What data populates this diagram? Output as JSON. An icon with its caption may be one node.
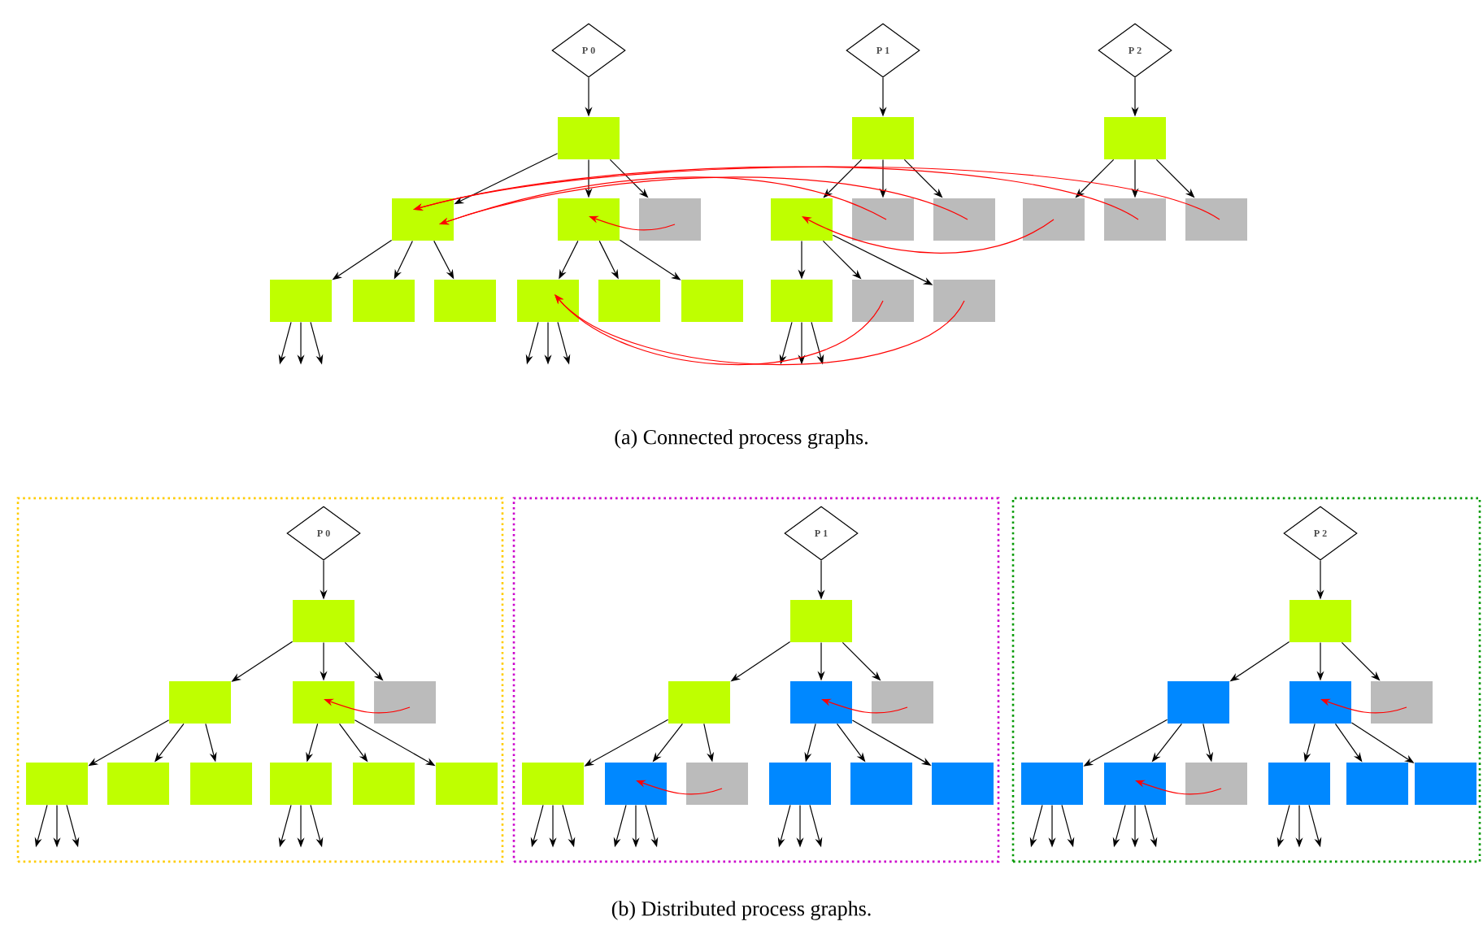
{
  "diagram": {
    "nodes": [
      {
        "text": [
          "P 0"
        ]
      },
      {
        "text": [],
        "shape": "box"
      },
      {
        "text": [],
        "shape": "box"
      },
      {
        "text": [],
        "shape": "box"
      },
      {
        "text": [],
        "shape": "box"
      },
      {
        "text": [],
        "shape": "box"
      },
      {
        "text": [],
        "shape": "box"
      },
      {
        "text": [],
        "shape": "box"
      },
      {
        "text": [],
        "shape": "box"
      },
      {
        "text": [],
        "shape": "box"
      },
      {
        "text": [],
        "shape": "box"
      },
      {
        "text": [
          "P 1"
        ]
      },
      {
        "text": [],
        "shape": "box"
      },
      {
        "text": [],
        "shape": "box"
      },
      {
        "text": [],
        "shape": "box"
      },
      {
        "text": [],
        "shape": "box"
      },
      {
        "text": [],
        "shape": "box"
      },
      {
        "text": [],
        "shape": "box"
      },
      {
        "text": [],
        "shape": "box"
      },
      {
        "text": [
          "P 2"
        ]
      },
      {
        "text": [],
        "shape": "box"
      },
      {
        "text": [],
        "shape": "box"
      },
      {
        "text": [],
        "shape": "box"
      },
      {
        "text": [],
        "shape": "box"
      },
      {
        "text": [],
        "shape": "box"
      },
      {
        "text": [
          "P 0"
        ],
        "in": 24
      },
      {
        "text": [],
        "shape": "box",
        "in": 24
      },
      {
        "text": [],
        "shape": "box",
        "in": 24
      },
      {
        "text": [],
        "shape": "box",
        "in": 24
      },
      {
        "text": [],
        "shape": "box",
        "in": 24
      },
      {
        "text": [],
        "shape": "box",
        "in": 24
      },
      {
        "text": [],
        "shape": "box",
        "in": 24
      },
      {
        "text": [],
        "shape": "box",
        "in": 24
      },
      {
        "text": [],
        "shape": "box",
        "in": 24
      },
      {
        "text": [],
        "shape": "box",
        "in": 24
      },
      {
        "text": [],
        "shape": "box",
        "in": 24
      },
      {
        "text": [],
        "shape": "box"
      },
      {
        "text": [
          "P 1"
        ],
        "in": 36
      },
      {
        "text": [],
        "shape": "box",
        "in": 36
      },
      {
        "text": [],
        "shape": "box",
        "in": 36
      },
      {
        "text": [],
        "shape": "box",
        "in": 36
      },
      {
        "text": [],
        "shape": "box",
        "in": 36
      },
      {
        "text": [],
        "shape": "box",
        "in": 36
      },
      {
        "text": [],
        "shape": "box",
        "in": 36
      },
      {
        "text": [],
        "shape": "box",
        "in": 36
      },
      {
        "text": [],
        "shape": "box",
        "in": 36
      },
      {
        "text": [],
        "shape": "box",
        "in": 36
      },
      {
        "text": [],
        "shape": "box",
        "in": 36
      },
      {
        "text": [],
        "shape": "box"
      },
      {
        "text": [
          "P 2"
        ],
        "in": 48
      },
      {
        "text": [],
        "shape": "box",
        "in": 48
      },
      {
        "text": [],
        "shape": "box",
        "in": 48
      },
      {
        "text": [],
        "shape": "box",
        "in": 48
      },
      {
        "text": [],
        "shape": "box",
        "in": 48
      },
      {
        "text": [],
        "shape": "box",
        "in": 48
      },
      {
        "text": [],
        "shape": "box",
        "in": 48
      },
      {
        "text": [],
        "shape": "box",
        "in": 48
      },
      {
        "text": [],
        "shape": "box",
        "in": 48
      },
      {
        "text": [],
        "shape": "box",
        "in": 48
      },
      {
        "text": [],
        "shape": "box",
        "in": 48
      }
    ],
    "edges": [
      {
        "from": 0,
        "to": 1,
        "arrow": "to"
      },
      {
        "from": 1,
        "to": 2,
        "arrow": "to"
      },
      {
        "from": 1,
        "to": 3,
        "arrow": "to"
      },
      {
        "from": 1,
        "to": 4,
        "arrow": "to"
      },
      {
        "from": 2,
        "to": 5,
        "arrow": "to"
      },
      {
        "from": 2,
        "to": 6,
        "arrow": "to"
      },
      {
        "from": 2,
        "to": 7,
        "arrow": "to"
      },
      {
        "from": 3,
        "to": 8,
        "arrow": "to"
      },
      {
        "from": 3,
        "to": 9,
        "arrow": "to"
      },
      {
        "from": 3,
        "to": 10,
        "arrow": "to"
      },
      {
        "from": 5,
        "to": null,
        "arrow": "to"
      },
      {
        "from": 5,
        "to": null,
        "arrow": "to"
      },
      {
        "from": 5,
        "to": null,
        "arrow": "to"
      },
      {
        "from": 8,
        "to": null,
        "arrow": "to"
      },
      {
        "from": 8,
        "to": null,
        "arrow": "to"
      },
      {
        "from": 8,
        "to": null,
        "arrow": "to"
      },
      {
        "from": 11,
        "to": 12,
        "arrow": "to"
      },
      {
        "from": 12,
        "to": 13,
        "arrow": "to"
      },
      {
        "from": 12,
        "to": 14,
        "arrow": "to"
      },
      {
        "from": 12,
        "to": 15,
        "arrow": "to"
      },
      {
        "from": 13,
        "to": 16,
        "arrow": "to"
      },
      {
        "from": 13,
        "to": 17,
        "arrow": "to"
      },
      {
        "from": 13,
        "to": 18,
        "arrow": "to"
      },
      {
        "from": 16,
        "to": null,
        "arrow": "to"
      },
      {
        "from": 16,
        "to": null,
        "arrow": "to"
      },
      {
        "from": 16,
        "to": null,
        "arrow": "to"
      },
      {
        "from": 19,
        "to": 20,
        "arrow": "to"
      },
      {
        "from": 20,
        "to": 21,
        "arrow": "to"
      },
      {
        "from": 20,
        "to": 22,
        "arrow": "to"
      },
      {
        "from": 20,
        "to": 23,
        "arrow": "to"
      },
      {
        "from": 4,
        "to": 3,
        "arrow": "to",
        "color": "#ff0000"
      },
      {
        "from": 14,
        "to": 2,
        "arrow": "to",
        "color": "#ff0000"
      },
      {
        "from": 15,
        "to": 2,
        "arrow": "to",
        "color": "#ff0000"
      },
      {
        "from": 22,
        "to": 2,
        "arrow": "to",
        "color": "#ff0000"
      },
      {
        "from": 23,
        "to": 2,
        "arrow": "to",
        "color": "#ff0000"
      },
      {
        "from": 21,
        "to": 13,
        "arrow": "to",
        "color": "#ff0000"
      },
      {
        "from": 17,
        "to": 8,
        "arrow": "to",
        "color": "#ff0000"
      },
      {
        "from": 18,
        "to": 8,
        "arrow": "to",
        "color": "#ff0000"
      },
      {
        "from": 25,
        "to": 26,
        "arrow": "to"
      },
      {
        "from": 26,
        "to": 27,
        "arrow": "to"
      },
      {
        "from": 26,
        "to": 28,
        "arrow": "to"
      },
      {
        "from": 26,
        "to": 29,
        "arrow": "to"
      },
      {
        "from": 27,
        "to": 30,
        "arrow": "to"
      },
      {
        "from": 27,
        "to": 31,
        "arrow": "to"
      },
      {
        "from": 27,
        "to": 32,
        "arrow": "to"
      },
      {
        "from": 28,
        "to": 33,
        "arrow": "to"
      },
      {
        "from": 28,
        "to": 34,
        "arrow": "to"
      },
      {
        "from": 28,
        "to": 35,
        "arrow": "to"
      },
      {
        "from": 30,
        "to": null,
        "arrow": "to"
      },
      {
        "from": 30,
        "to": null,
        "arrow": "to"
      },
      {
        "from": 30,
        "to": null,
        "arrow": "to"
      },
      {
        "from": 33,
        "to": null,
        "arrow": "to"
      },
      {
        "from": 33,
        "to": null,
        "arrow": "to"
      },
      {
        "from": 33,
        "to": null,
        "arrow": "to"
      },
      {
        "from": 29,
        "to": 28,
        "arrow": "to",
        "color": "#ff0000"
      },
      {
        "from": 37,
        "to": 38,
        "arrow": "to"
      },
      {
        "from": 38,
        "to": 39,
        "arrow": "to"
      },
      {
        "from": 38,
        "to": 40,
        "arrow": "to"
      },
      {
        "from": 38,
        "to": 41,
        "arrow": "to"
      },
      {
        "from": 39,
        "to": 42,
        "arrow": "to"
      },
      {
        "from": 39,
        "to": 43,
        "arrow": "to"
      },
      {
        "from": 39,
        "to": 44,
        "arrow": "to"
      },
      {
        "from": 40,
        "to": 45,
        "arrow": "to"
      },
      {
        "from": 40,
        "to": 46,
        "arrow": "to"
      },
      {
        "from": 40,
        "to": 47,
        "arrow": "to"
      },
      {
        "from": 42,
        "to": null,
        "arrow": "to"
      },
      {
        "from": 42,
        "to": null,
        "arrow": "to"
      },
      {
        "from": 42,
        "to": null,
        "arrow": "to"
      },
      {
        "from": 43,
        "to": null,
        "arrow": "to"
      },
      {
        "from": 43,
        "to": null,
        "arrow": "to"
      },
      {
        "from": 43,
        "to": null,
        "arrow": "to"
      },
      {
        "from": 45,
        "to": null,
        "arrow": "to"
      },
      {
        "from": 45,
        "to": null,
        "arrow": "to"
      },
      {
        "from": 45,
        "to": null,
        "arrow": "to"
      },
      {
        "from": 41,
        "to": 40,
        "arrow": "to",
        "color": "#ff0000"
      },
      {
        "from": 44,
        "to": 43,
        "arrow": "to",
        "color": "#ff0000"
      },
      {
        "from": 49,
        "to": 50,
        "arrow": "to"
      },
      {
        "from": 50,
        "to": 51,
        "arrow": "to"
      },
      {
        "from": 50,
        "to": 52,
        "arrow": "to"
      },
      {
        "from": 50,
        "to": 53,
        "arrow": "to"
      },
      {
        "from": 51,
        "to": 54,
        "arrow": "to"
      },
      {
        "from": 51,
        "to": 55,
        "arrow": "to"
      },
      {
        "from": 51,
        "to": 56,
        "arrow": "to"
      },
      {
        "from": 52,
        "to": 57,
        "arrow": "to"
      },
      {
        "from": 52,
        "to": 58,
        "arrow": "to"
      },
      {
        "from": 52,
        "to": 59,
        "arrow": "to"
      },
      {
        "from": 54,
        "to": null,
        "arrow": "to"
      },
      {
        "from": 54,
        "to": null,
        "arrow": "to"
      },
      {
        "from": 54,
        "to": null,
        "arrow": "to"
      },
      {
        "from": 55,
        "to": null,
        "arrow": "to"
      },
      {
        "from": 55,
        "to": null,
        "arrow": "to"
      },
      {
        "from": 55,
        "to": null,
        "arrow": "to"
      },
      {
        "from": 57,
        "to": null,
        "arrow": "to"
      },
      {
        "from": 57,
        "to": null,
        "arrow": "to"
      },
      {
        "from": 57,
        "to": null,
        "arrow": "to"
      },
      {
        "from": 53,
        "to": 52,
        "arrow": "to",
        "color": "#ff0000"
      },
      {
        "from": 56,
        "to": 55,
        "arrow": "to",
        "color": "#ff0000"
      }
    ],
    "labels": [
      "(a)  Connected process graphs.",
      "(b)  Distributed process graphs."
    ]
  }
}
